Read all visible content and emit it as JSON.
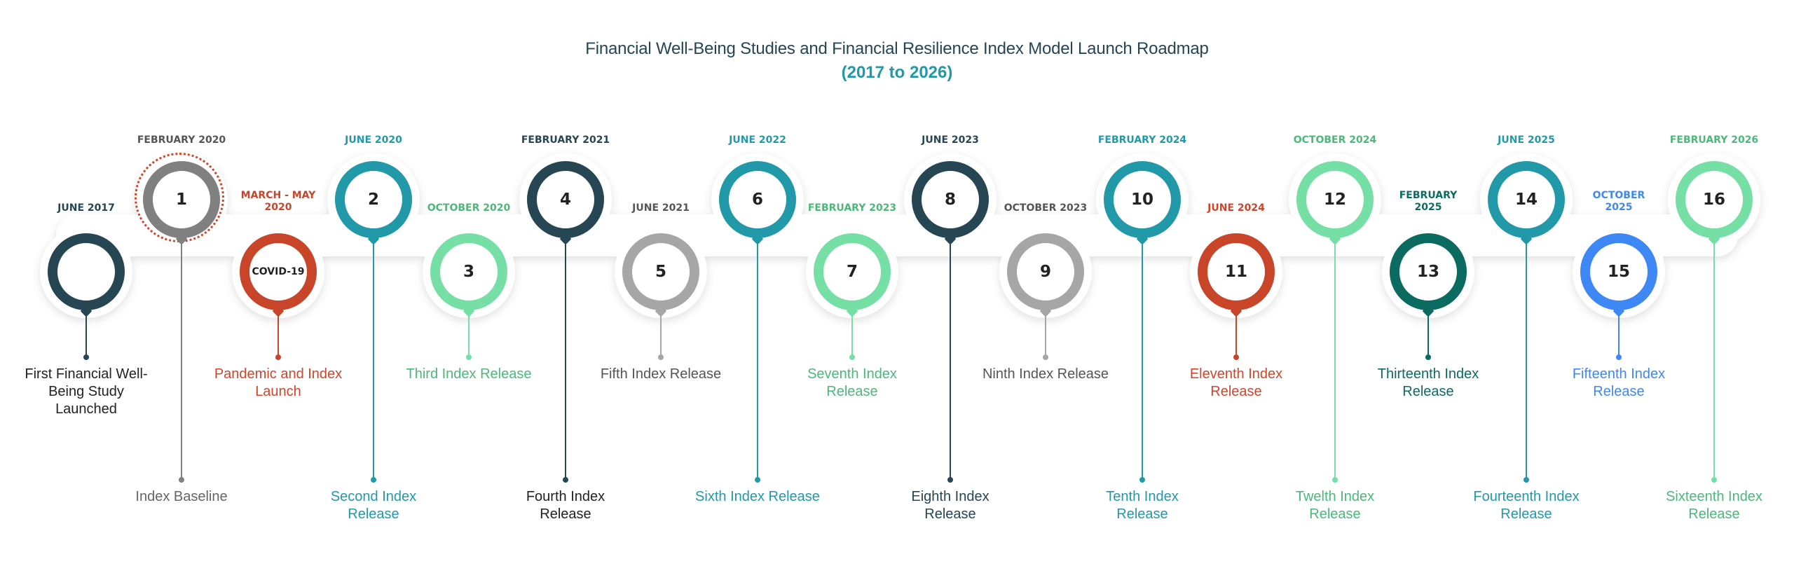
{
  "title": "Financial Well-Being Studies and Financial Resilience Index Model Launch Roadmap",
  "subtitle": "(2017 to 2026)",
  "colors": {
    "navy": "#264653",
    "gray": "#808080",
    "lightgray": "#a6a6a6",
    "red": "#c9452a",
    "teal": "#2299a8",
    "mint": "#76dfa6",
    "mint_text": "#4cb87a",
    "darkteal": "#0b6b60",
    "blue": "#3d88f5"
  },
  "milestones": [
    {
      "id": "start",
      "number": "",
      "date": "JUNE 2017",
      "label": "First Financial Well-Being Study Launched",
      "row": "lower",
      "ring": "#264653",
      "date_color": "#264653",
      "label_color": "#222222"
    },
    {
      "id": "1",
      "number": "1",
      "date": "FEBRUARY 2020",
      "label": "Index Baseline",
      "row": "upper",
      "ring": "#808080",
      "date_color": "#555555",
      "label_color": "#666666",
      "highlight": true
    },
    {
      "id": "covid",
      "number": "COVID-19",
      "date": "MARCH - MAY 2020",
      "label": "Pandemic and Index Launch",
      "row": "lower",
      "ring": "#c9452a",
      "date_color": "#c9452a",
      "label_color": "#d2442a"
    },
    {
      "id": "2",
      "number": "2",
      "date": "JUNE 2020",
      "label": "Second Index Release",
      "row": "upper",
      "ring": "#2299a8",
      "date_color": "#2299a8",
      "label_color": "#2299a8"
    },
    {
      "id": "3",
      "number": "3",
      "date": "OCTOBER 2020",
      "label": "Third Index Release",
      "row": "lower",
      "ring": "#76dfa6",
      "date_color": "#4cb87a",
      "label_color": "#4cb87a"
    },
    {
      "id": "4",
      "number": "4",
      "date": "FEBRUARY 2021",
      "label": "Fourth Index Release",
      "row": "upper",
      "ring": "#264653",
      "date_color": "#264653",
      "label_color": "#222222"
    },
    {
      "id": "5",
      "number": "5",
      "date": "JUNE 2021",
      "label": "Fifth Index Release",
      "row": "lower",
      "ring": "#a6a6a6",
      "date_color": "#555555",
      "label_color": "#555555"
    },
    {
      "id": "6",
      "number": "6",
      "date": "JUNE 2022",
      "label": "Sixth Index Release",
      "row": "upper",
      "ring": "#2299a8",
      "date_color": "#2299a8",
      "label_color": "#2299a8"
    },
    {
      "id": "7",
      "number": "7",
      "date": "FEBRUARY 2023",
      "label": "Seventh Index Release",
      "row": "lower",
      "ring": "#76dfa6",
      "date_color": "#4cb87a",
      "label_color": "#4cb87a"
    },
    {
      "id": "8",
      "number": "8",
      "date": "JUNE 2023",
      "label": "Eighth Index Release",
      "row": "upper",
      "ring": "#264653",
      "date_color": "#264653",
      "label_color": "#264653"
    },
    {
      "id": "9",
      "number": "9",
      "date": "OCTOBER 2023",
      "label": "Ninth Index Release",
      "row": "lower",
      "ring": "#a6a6a6",
      "date_color": "#555555",
      "label_color": "#555555"
    },
    {
      "id": "10",
      "number": "10",
      "date": "FEBRUARY 2024",
      "label": "Tenth Index Release",
      "row": "upper",
      "ring": "#2299a8",
      "date_color": "#2299a8",
      "label_color": "#2299a8"
    },
    {
      "id": "11",
      "number": "11",
      "date": "JUNE 2024",
      "label": "Eleventh Index Release",
      "row": "lower",
      "ring": "#c9452a",
      "date_color": "#d2442a",
      "label_color": "#d2442a"
    },
    {
      "id": "12",
      "number": "12",
      "date": "OCTOBER 2024",
      "label": "Twelth Index Release",
      "row": "upper",
      "ring": "#76dfa6",
      "date_color": "#4cb87a",
      "label_color": "#4cb87a"
    },
    {
      "id": "13",
      "number": "13",
      "date": "FEBRUARY 2025",
      "label": "Thirteenth Index Release",
      "row": "lower",
      "ring": "#0b6b60",
      "date_color": "#0b6b60",
      "label_color": "#0b6b60"
    },
    {
      "id": "14",
      "number": "14",
      "date": "JUNE 2025",
      "label": "Fourteenth Index Release",
      "row": "upper",
      "ring": "#2299a8",
      "date_color": "#2299a8",
      "label_color": "#2299a8"
    },
    {
      "id": "15",
      "number": "15",
      "date": "OCTOBER 2025",
      "label": "Fifteenth Index Release",
      "row": "lower",
      "ring": "#3d88f5",
      "date_color": "#3d88f5",
      "label_color": "#3d88f5"
    },
    {
      "id": "16",
      "number": "16",
      "date": "FEBRUARY 2026",
      "label": "Sixteenth Index Release",
      "row": "upper",
      "ring": "#76dfa6",
      "date_color": "#4cb87a",
      "label_color": "#4cb87a"
    }
  ]
}
